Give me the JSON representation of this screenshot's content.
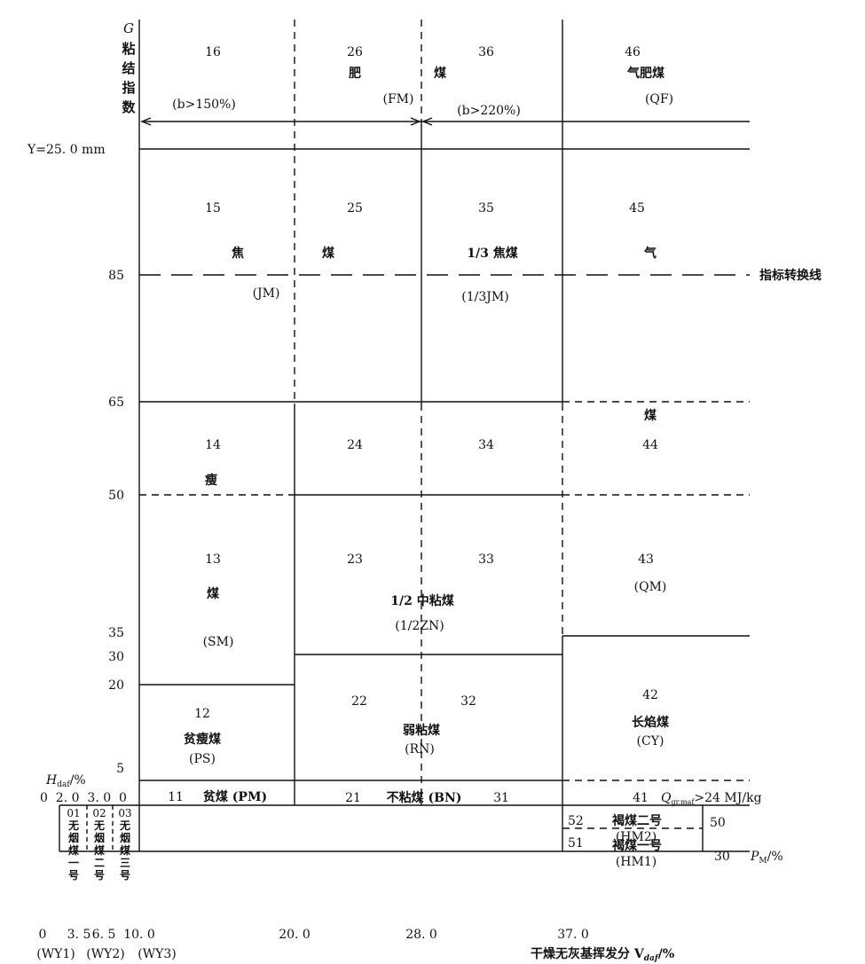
{
  "axis": {
    "g_label_chars": [
      "G",
      "粘",
      "结",
      "指",
      "数"
    ],
    "y_marker": "Y=25. 0 mm",
    "g_ticks": [
      "85",
      "65",
      "50",
      "35",
      "30",
      "20",
      "5"
    ],
    "conversion_line": "指标转换线",
    "h_label": "H",
    "h_sub": "daf",
    "h_unit": "/%",
    "h_ticks": "0  2. 0  3. 0  0",
    "x_ticks": [
      "0",
      "3. 5",
      "6. 5",
      "10. 0",
      "20. 0",
      "28. 0",
      "37. 0"
    ],
    "x_sub_labels": [
      "(WY1)",
      "(WY2)",
      "(WY3)"
    ],
    "x_title_main": "干燥无灰基挥发分 V",
    "x_title_sub": "daf",
    "x_title_unit": "/%",
    "q_label": "Q",
    "q_sub": "gr.maf",
    "q_value": ">24 MJ/kg",
    "pm_values": [
      "50",
      "30"
    ],
    "pm_label": "P",
    "pm_sub": "M",
    "pm_unit": "/%"
  },
  "cells": {
    "c16": "16",
    "c26": "26",
    "c36": "36",
    "c46": "46",
    "c15": "15",
    "c25": "25",
    "c35": "35",
    "c45": "45",
    "c14": "14",
    "c24": "24",
    "c34": "34",
    "c44": "44",
    "c13": "13",
    "c23": "23",
    "c33": "33",
    "c43": "43",
    "c12": "12",
    "c22": "22",
    "c32": "32",
    "c42": "42",
    "c11": "11",
    "c21": "21",
    "c31": "31",
    "c41": "41",
    "c52": "52",
    "c51": "51"
  },
  "names": {
    "fat_b1": "(b>150%)",
    "fat_char1": "肥",
    "fat_code": "(FM)",
    "fat_char2": "煤",
    "fat_b2": "(b>220%)",
    "gas_fat": "气肥煤",
    "gas_fat_code": "(QF)",
    "coking_char1": "焦",
    "coking_char2": "煤",
    "coking_code": "(JM)",
    "third_coking": "1/3 焦煤",
    "third_coking_code": "(1/3JM)",
    "gas_char1": "气",
    "gas_char2": "煤",
    "gas_code": "(QM)",
    "lean_char1": "瘦",
    "lean_char2": "煤",
    "lean_code": "(SM)",
    "half_mid": "1/2 中粘煤",
    "half_mid_code": "(1/2ZN)",
    "lean_poor": "贫瘦煤",
    "lean_poor_code": "(PS)",
    "weak": "弱粘煤",
    "weak_code": "(RN)",
    "long_flame": "长焰煤",
    "long_flame_code": "(CY)",
    "poor": "贫煤 (PM)",
    "non_caking": "不粘煤 (BN)",
    "anth1": [
      "01",
      "无",
      "烟",
      "煤",
      "一",
      "号"
    ],
    "anth2": [
      "02",
      "无",
      "烟",
      "煤",
      "二",
      "号"
    ],
    "anth3": [
      "03",
      "无",
      "烟",
      "煤",
      "三",
      "号"
    ],
    "lignite2": "褐煤二号",
    "lignite2_code": "(HM2)",
    "lignite1": "褐煤一号",
    "lignite1_code": "(HM1)"
  }
}
